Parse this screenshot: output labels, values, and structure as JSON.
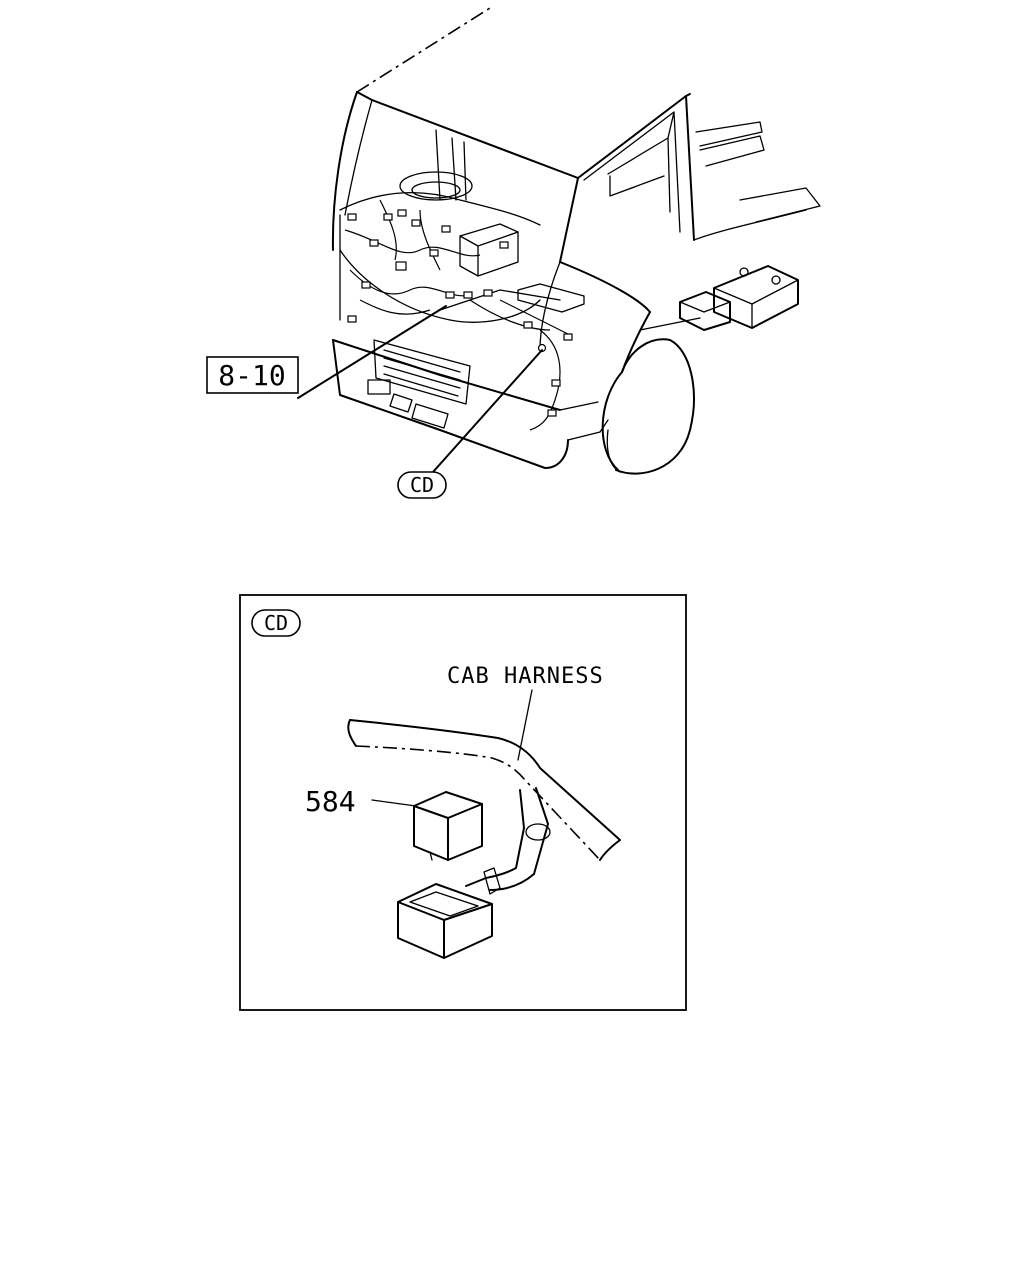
{
  "callouts": {
    "ref_box": "8-10",
    "detail_tag": "CD"
  },
  "detail": {
    "tag": "CD",
    "harness_label": "CAB HARNESS",
    "part_number": "584"
  }
}
